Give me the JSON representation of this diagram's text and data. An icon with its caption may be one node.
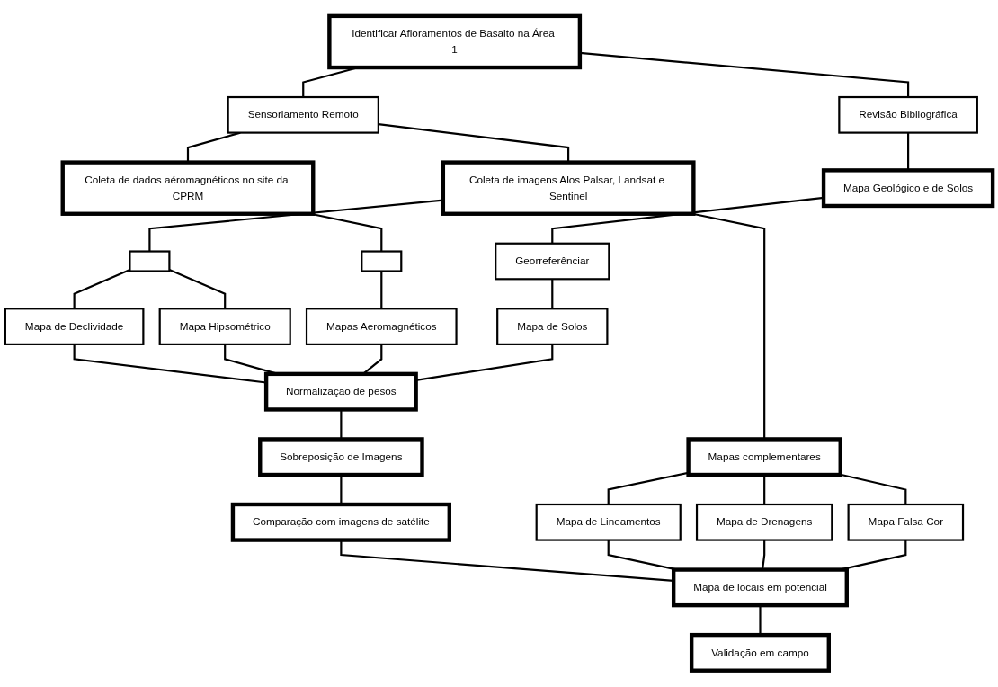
{
  "diagram": {
    "nodes": [
      {
        "text": [
          "Identificar Afloramentos de Basalto na Área 1"
        ]
      },
      {
        "text": [
          "Sensoriamento Remoto"
        ]
      },
      {
        "text": [
          "Revisão Bibliográfica"
        ]
      },
      {
        "text": [
          "Coleta de imagens Alos Palsar, Landsat e Sentinel"
        ]
      },
      {
        "text": [
          "Coleta de dados aéromagnéticos no site da CPRM"
        ]
      },
      {
        "text": [
          "Mapa Geológico e de Solos"
        ]
      },
      {
        "text": [],
        "shape": "box"
      },
      {
        "text": [],
        "shape": "box"
      },
      {
        "text": [
          "Georreferênciar"
        ]
      },
      {
        "text": [
          "Mapa de Declividade"
        ]
      },
      {
        "text": [
          "Mapa Hipsométrico"
        ]
      },
      {
        "text": [
          "Mapas Aeromagnéticos"
        ]
      },
      {
        "text": [
          "Mapa de Solos"
        ]
      },
      {
        "text": [
          "Mapas complementares"
        ]
      },
      {
        "text": [
          "Normalização de pesos"
        ]
      },
      {
        "text": [
          "Sobreposição de Imagens"
        ]
      },
      {
        "text": [
          "Mapa de Lineamentos"
        ]
      },
      {
        "text": [
          "Mapa de Drenagens"
        ]
      },
      {
        "text": [
          "Mapa Falsa Cor"
        ]
      },
      {
        "text": [
          "Comparação com imagens de satélite"
        ]
      },
      {
        "text": [
          "Mapa de locais em potencial"
        ]
      },
      {
        "text": [
          "Validação em campo"
        ]
      }
    ],
    "edges": [
      {
        "from": 0,
        "to": 1,
        "arrow": "none"
      },
      {
        "from": 0,
        "to": 2,
        "arrow": "none"
      },
      {
        "from": 1,
        "to": 3,
        "arrow": "none"
      },
      {
        "from": 1,
        "to": 4,
        "arrow": "none"
      },
      {
        "from": 2,
        "to": 5,
        "arrow": "none"
      },
      {
        "from": 3,
        "to": 6,
        "arrow": "none"
      },
      {
        "from": 3,
        "to": 13,
        "arrow": "none"
      },
      {
        "from": 4,
        "to": 7,
        "arrow": "none"
      },
      {
        "from": 5,
        "to": 8,
        "arrow": "none"
      },
      {
        "from": 6,
        "to": 9,
        "arrow": "none"
      },
      {
        "from": 6,
        "to": 10,
        "arrow": "none"
      },
      {
        "from": 7,
        "to": 11,
        "arrow": "none"
      },
      {
        "from": 8,
        "to": 12,
        "arrow": "none"
      },
      {
        "from": 9,
        "to": 14,
        "arrow": "none"
      },
      {
        "from": 10,
        "to": 14,
        "arrow": "none"
      },
      {
        "from": 11,
        "to": 14,
        "arrow": "none"
      },
      {
        "from": 12,
        "to": 14,
        "arrow": "none"
      },
      {
        "from": 13,
        "to": 16,
        "arrow": "none"
      },
      {
        "from": 13,
        "to": 17,
        "arrow": "none"
      },
      {
        "from": 13,
        "to": 18,
        "arrow": "none"
      },
      {
        "from": 14,
        "to": 15,
        "arrow": "none"
      },
      {
        "from": 15,
        "to": 19,
        "arrow": "none"
      },
      {
        "from": 19,
        "to": 20,
        "arrow": "none"
      },
      {
        "from": 16,
        "to": 20,
        "arrow": "none"
      },
      {
        "from": 17,
        "to": 20,
        "arrow": "none"
      },
      {
        "from": 18,
        "to": 20,
        "arrow": "none"
      },
      {
        "from": 20,
        "to": 21,
        "arrow": "none"
      }
    ]
  }
}
